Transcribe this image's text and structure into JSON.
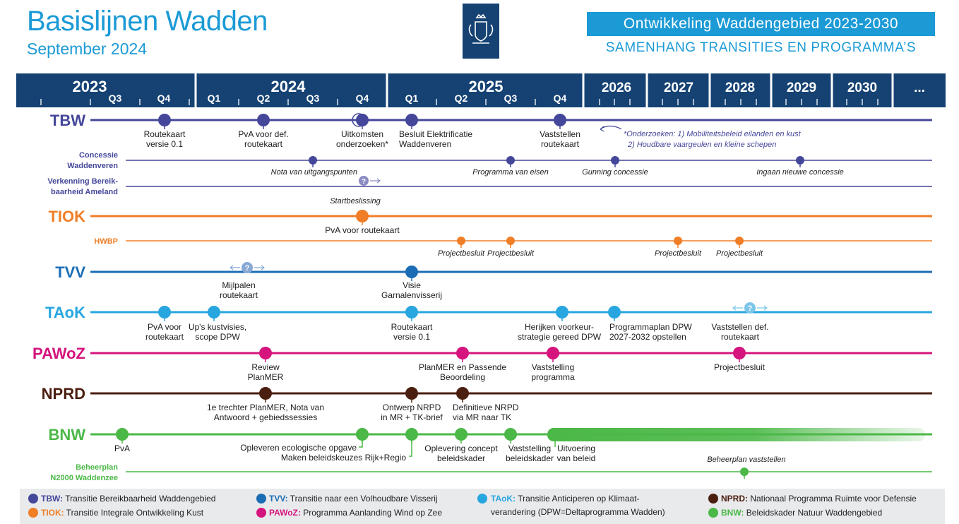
{
  "header": {
    "title": "Basislijnen Wadden",
    "subtitle": "September 2024",
    "right_title": "Ontwikkeling Waddengebied 2023-2030",
    "right_subtitle": "SAMENHANG TRANSITIES EN PROGRAMMA’S"
  },
  "timeline": {
    "years": [
      "2023",
      "2024",
      "2025",
      "2026",
      "2027",
      "2028",
      "2029",
      "2030",
      "..."
    ],
    "quarters": [
      "Q3",
      "Q4",
      "Q1",
      "Q2",
      "Q3",
      "Q4",
      "Q1",
      "Q2",
      "Q3",
      "Q4"
    ]
  },
  "colors": {
    "navy": "#154273",
    "tbw": "#45479a",
    "tiok": "#f07e26",
    "tvv": "#1a6db4",
    "taok": "#27a6df",
    "pawoz": "#d5147d",
    "nprd": "#4b1f10",
    "bnw": "#4bb847"
  },
  "tracks": [
    {
      "id": "TBW",
      "label": "TBW",
      "color": "#45479a",
      "milestones": [
        {
          "text": "Routekaart versie 0.1"
        },
        {
          "text": "PvA voor def. routekaart"
        },
        {
          "text": "Uitkomsten onderzoeken*"
        },
        {
          "text": "Besluit Elektrificatie Waddenveren"
        },
        {
          "text": "Vaststellen routekaart"
        }
      ]
    },
    {
      "id": "CONC",
      "label": "Concessie Waddenveren",
      "color": "#45479a",
      "milestones": [
        {
          "text": "Nota van uitgangspunten"
        },
        {
          "text": "Programma van eisen"
        },
        {
          "text": "Gunning concessie"
        },
        {
          "text": "Ingaan nieuwe concessie"
        }
      ]
    },
    {
      "id": "VERK",
      "label": "Verkenning Bereikbaarheid Ameland",
      "color": "#45479a",
      "milestones": [
        {
          "text": "Startbeslissing"
        }
      ]
    },
    {
      "id": "TIOK",
      "label": "TIOK",
      "color": "#f07e26",
      "milestones": [
        {
          "text": "PvA voor routekaart"
        }
      ]
    },
    {
      "id": "HWBP",
      "label": "HWBP",
      "color": "#f07e26",
      "milestones": [
        {
          "text": "Projectbesluit"
        },
        {
          "text": "Projectbesluit"
        },
        {
          "text": "Projectbesluit"
        },
        {
          "text": "Projectbesluit"
        }
      ]
    },
    {
      "id": "TVV",
      "label": "TVV",
      "color": "#1a6db4",
      "milestones": [
        {
          "text": "Mijlpalen routekaart"
        },
        {
          "text": "Visie Garnalenvisserij"
        }
      ]
    },
    {
      "id": "TAOK",
      "label": "TAoK",
      "color": "#27a6df",
      "milestones": [
        {
          "text": "PvA voor routekaart"
        },
        {
          "text": "Up's kustvisies, scope DPW"
        },
        {
          "text": "Routekaart versie 0.1"
        },
        {
          "text": "Herijken voorkeur- strategie gereed DPW"
        },
        {
          "text": "Programmaplan DPW 2027-2032 opstellen"
        },
        {
          "text": "Vaststellen def. routekaart"
        }
      ]
    },
    {
      "id": "PAWOZ",
      "label": "PAWoZ",
      "color": "#d5147d",
      "milestones": [
        {
          "text": "Review PlanMER"
        },
        {
          "text": "PlanMER en Passende Beoordeling"
        },
        {
          "text": "Vaststelling programma"
        },
        {
          "text": "Projectbesluit"
        }
      ]
    },
    {
      "id": "NPRD",
      "label": "NPRD",
      "color": "#4b1f10",
      "milestones": [
        {
          "text": "1e trechter PlanMER, Nota van Antwoord + gebiedssessies"
        },
        {
          "text": "Ontwerp NRPD in MR + TK-brief"
        },
        {
          "text": "Definitieve NRPD via MR naar TK"
        }
      ]
    },
    {
      "id": "BNW",
      "label": "BNW",
      "color": "#4bb847",
      "milestones": [
        {
          "text": "PvA"
        },
        {
          "text": "Opleveren ecologische opgave"
        },
        {
          "text": "Maken beleidskeuzes Rijk+Regio"
        },
        {
          "text": "Oplevering concept beleidskader"
        },
        {
          "text": "Vaststelling beleidskader"
        },
        {
          "text": "Uitvoering van beleid"
        }
      ]
    },
    {
      "id": "BEH",
      "label": "Beheerplan N2000 Waddenzee",
      "color": "#4bb847",
      "milestones": [
        {
          "text": "Beheerplan vaststellen"
        }
      ]
    }
  ],
  "notes": {
    "onderzoeken_1": "*Onderzoeken: 1) Mobiliteitsbeleid eilanden en kust",
    "onderzoeken_2": "2) Houdbare vaargeulen en kleine schepen"
  },
  "legend": [
    {
      "code": "TBW:",
      "text": "Transitie Bereikbaarheid Waddengebied",
      "color": "#45479a"
    },
    {
      "code": "TIOK:",
      "text": "Transitie Integrale Ontwikkeling Kust",
      "color": "#f07e26"
    },
    {
      "code": "TVV:",
      "text": "Transitie naar een Volhoudbare Visserij",
      "color": "#1a6db4"
    },
    {
      "code": "PAWoZ:",
      "text": "Programma Aanlanding Wind op Zee",
      "color": "#d5147d"
    },
    {
      "code": "TAoK:",
      "text": "Transitie Anticiperen op Klimaat-",
      "text2": "verandering (DPW=Deltaprogramma Wadden)",
      "color": "#27a6df"
    },
    {
      "code": "NPRD:",
      "text": "Nationaal Programma Ruimte voor Defensie",
      "color": "#4b1f10"
    },
    {
      "code": "BNW:",
      "text": "Beleidskader Natuur Waddengebied",
      "color": "#4bb847"
    }
  ]
}
